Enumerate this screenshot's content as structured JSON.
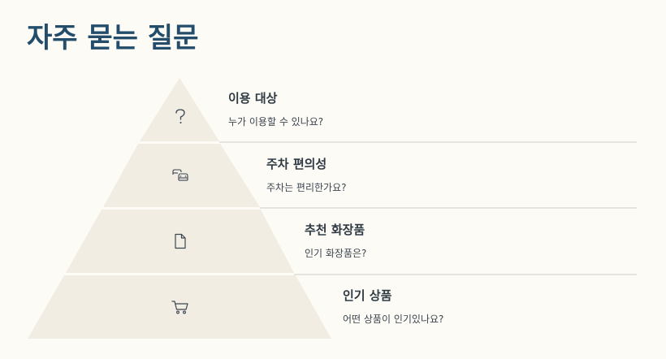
{
  "page": {
    "title": "자주 묻는 질문",
    "colors": {
      "background": "#fdfbf5",
      "title": "#244d6b",
      "tier_fill": "#f1ede3",
      "divider": "#dedcd4",
      "text": "#2e3a44"
    }
  },
  "tiers": [
    {
      "icon": "question-mark-icon",
      "title": "이용 대상",
      "question": "누가 이용할 수 있나요?"
    },
    {
      "icon": "car-icon",
      "title": "주차 편의성",
      "question": "주차는 편리한가요?"
    },
    {
      "icon": "document-icon",
      "title": "추천 화장품",
      "question": "인기 화장품은?"
    },
    {
      "icon": "shopping-cart-icon",
      "title": "인기 상품",
      "question": "어떤 상품이 인기있나요?"
    }
  ]
}
